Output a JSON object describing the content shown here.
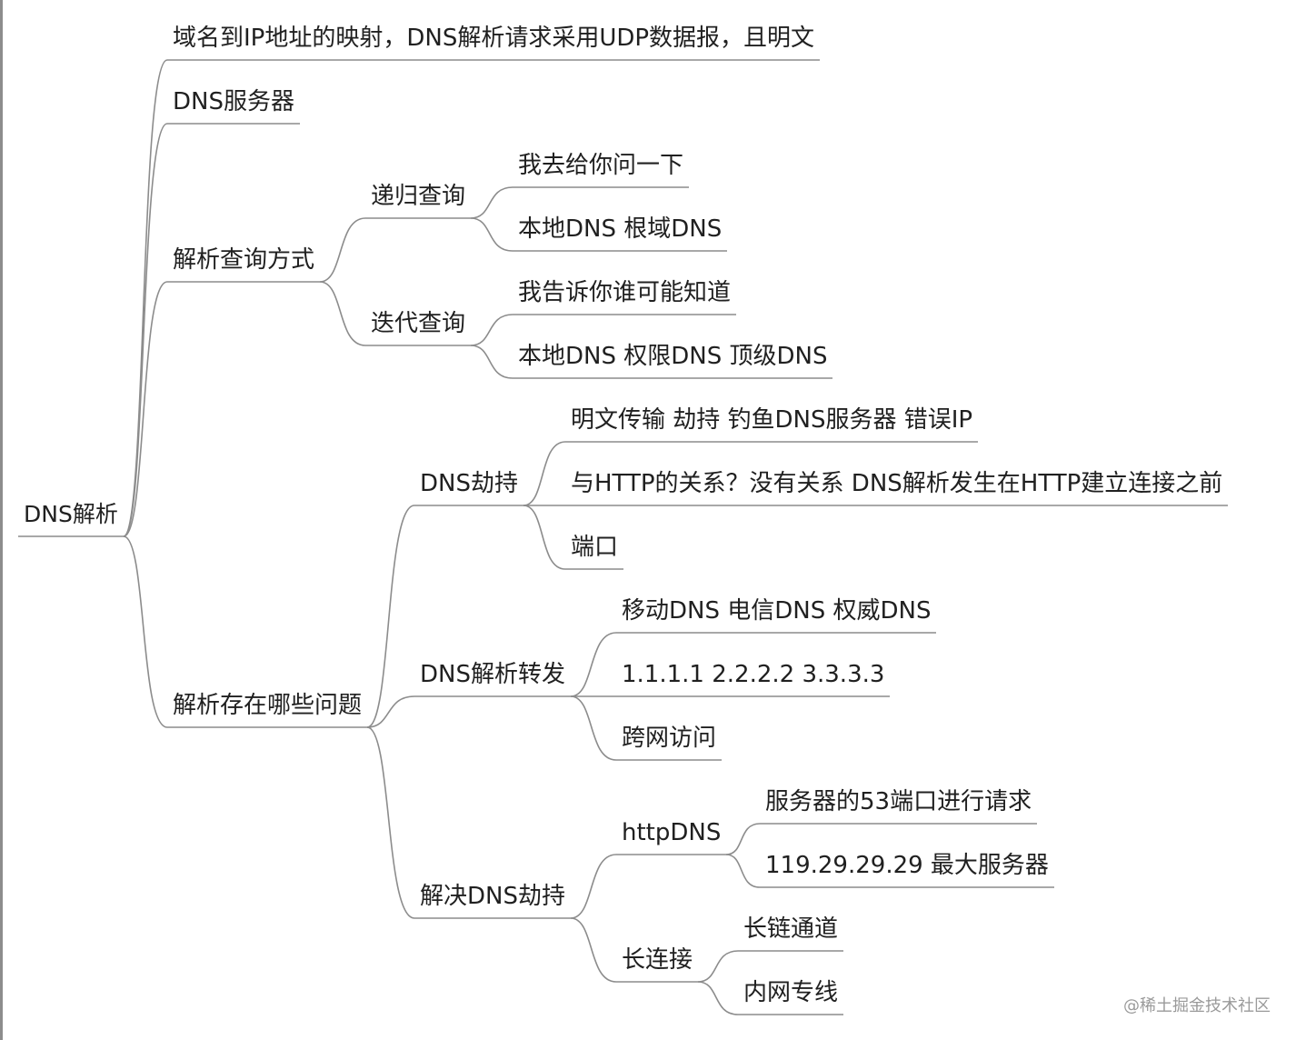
{
  "root": "DNS解析",
  "nodes": {
    "n1": "域名到IP地址的映射，DNS解析请求采用UDP数据报，且明文",
    "n2": "DNS服务器",
    "n3": "解析查询方式",
    "n3a": "递归查询",
    "n3a1": "我去给你问一下",
    "n3a2": "本地DNS 根域DNS",
    "n3b": "迭代查询",
    "n3b1": "我告诉你谁可能知道",
    "n3b2": "本地DNS 权限DNS 顶级DNS",
    "n4": "解析存在哪些问题",
    "n4a": "DNS劫持",
    "n4a1": "明文传输 劫持 钓鱼DNS服务器 错误IP",
    "n4a2": "与HTTP的关系？没有关系 DNS解析发生在HTTP建立连接之前",
    "n4a3": "端口",
    "n4b": "DNS解析转发",
    "n4b1": "移动DNS 电信DNS 权威DNS",
    "n4b2": "1.1.1.1 2.2.2.2 3.3.3.3",
    "n4b3": "跨网访问",
    "n4c": "解决DNS劫持",
    "n4c1": "httpDNS",
    "n4c1a": "服务器的53端口进行请求",
    "n4c1b": "119.29.29.29 最大服务器",
    "n4c2": "长连接",
    "n4c2a": "长链通道",
    "n4c2b": "内网专线"
  },
  "watermark": "@稀土掘金技术社区"
}
